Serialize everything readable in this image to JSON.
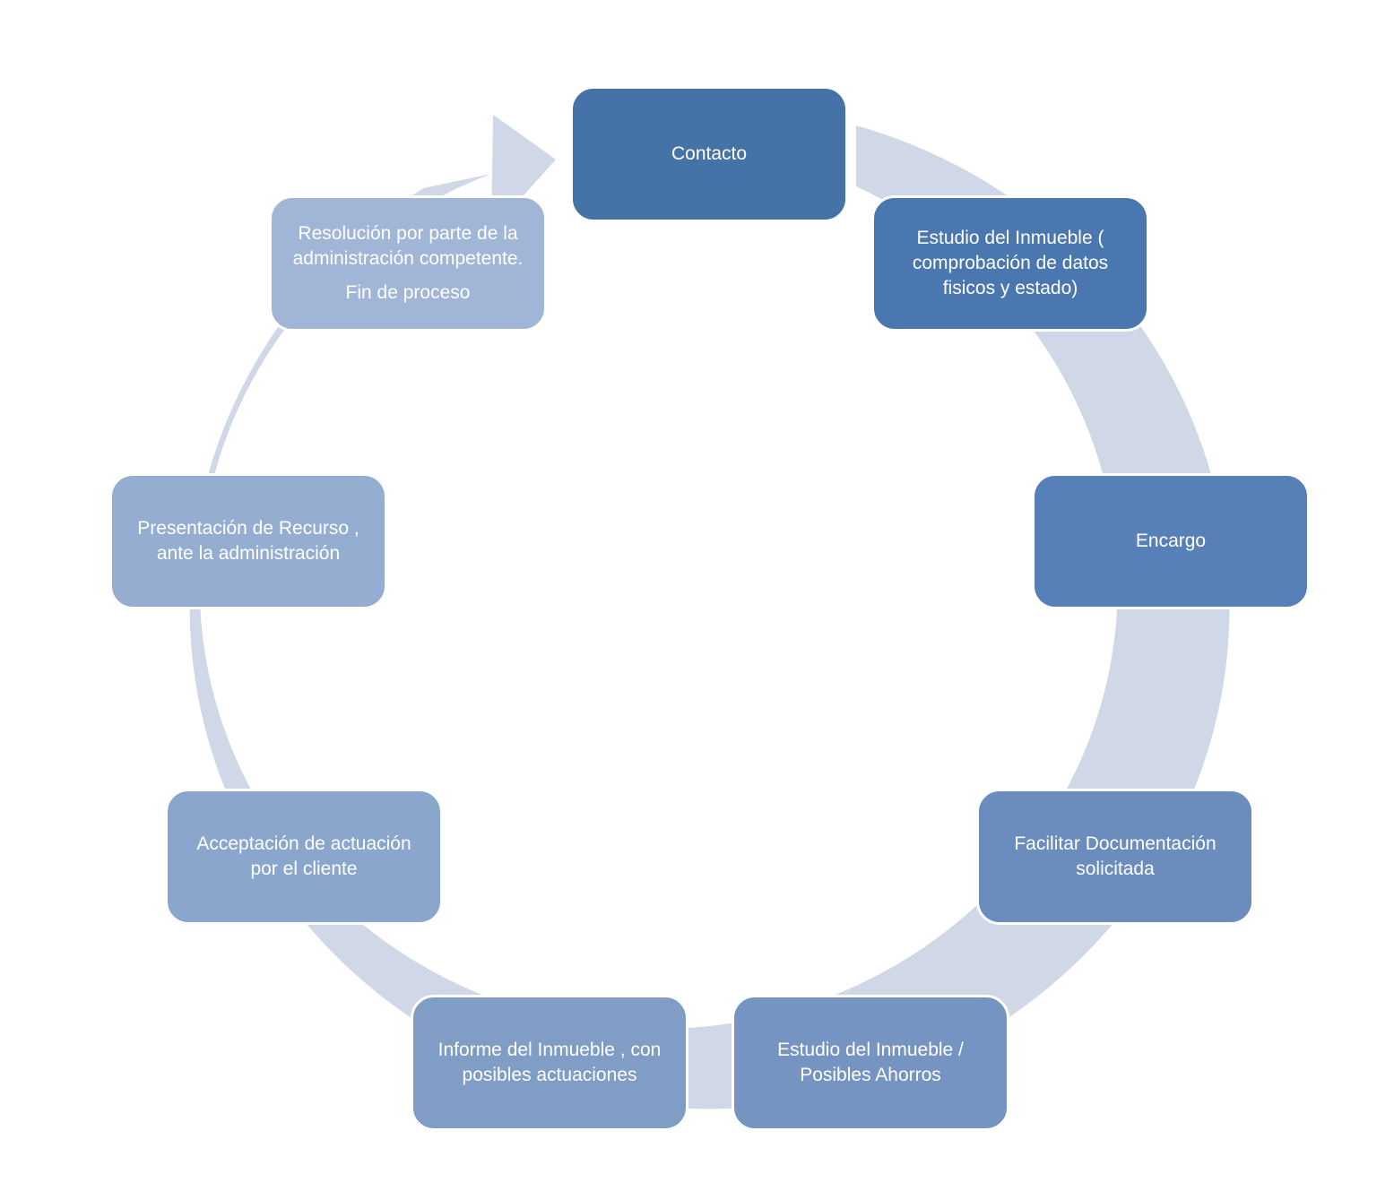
{
  "diagram": {
    "type": "cycle",
    "ring_color": "#d0d8e8",
    "nodes": [
      {
        "id": "contacto",
        "text": "Contacto",
        "color": "#4572a7"
      },
      {
        "id": "estudio-inmueble",
        "text": "Estudio del Inmueble ( comprobación de datos fisicos y estado)",
        "color": "#4b77b0"
      },
      {
        "id": "encargo",
        "text": "Encargo",
        "color": "#5880b8"
      },
      {
        "id": "facilitar-documentacion",
        "text": "Facilitar Documentación solicitada",
        "color": "#6a8dbd"
      },
      {
        "id": "estudio-ahorros",
        "text": "Estudio del Inmueble / Posibles Ahorros",
        "color": "#7594c2"
      },
      {
        "id": "informe-inmueble",
        "text": "Informe del Inmueble , con posibles actuaciones",
        "color": "#809dc6"
      },
      {
        "id": "aceptacion",
        "text": "Acceptación de actuación por el cliente",
        "color": "#8ba6cc"
      },
      {
        "id": "presentacion-recurso",
        "text": "Presentación de Recurso , ante la administración",
        "color": "#95add0"
      },
      {
        "id": "resolucion",
        "text": "Resolución por parte de la administración competente.",
        "text2": "Fin de proceso",
        "color": "#a1b6d6"
      }
    ]
  }
}
